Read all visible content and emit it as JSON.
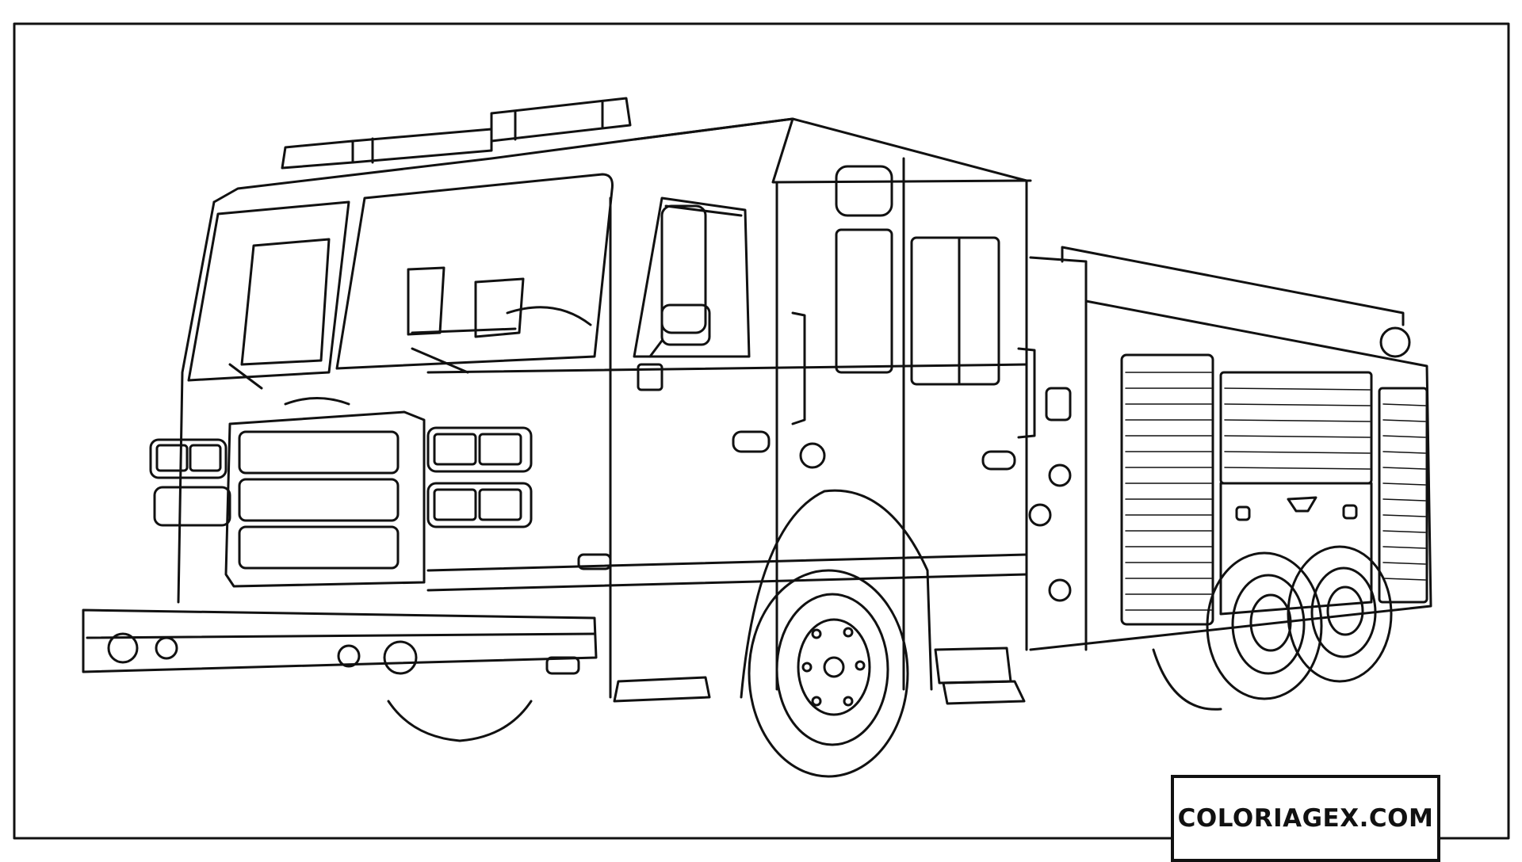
{
  "illustration": {
    "subject": "fire-truck",
    "style": "line-art",
    "stroke_color": "#111111",
    "background_color": "#ffffff"
  },
  "watermark": {
    "text": "COLORIAGEX.COM"
  }
}
